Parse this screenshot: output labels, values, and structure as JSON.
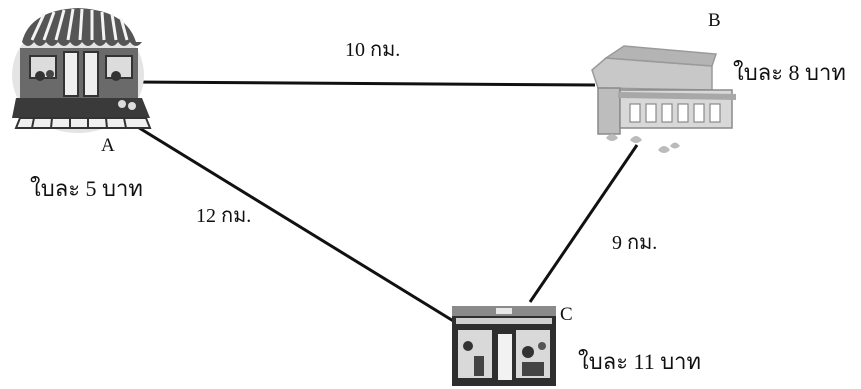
{
  "nodes": {
    "a": {
      "label": "A",
      "price": "ใบละ 5 บาท"
    },
    "b": {
      "label": "B",
      "price": "ใบละ 8 บาท"
    },
    "c": {
      "label": "C",
      "price": "ใบละ 11 บาท"
    }
  },
  "edges": {
    "ab": {
      "distance": "10 กม."
    },
    "ac": {
      "distance": "12 กม."
    },
    "bc": {
      "distance": "9 กม."
    }
  },
  "icons": {
    "a": "market-stall-icon",
    "b": "store-building-icon",
    "c": "shop-front-icon"
  }
}
